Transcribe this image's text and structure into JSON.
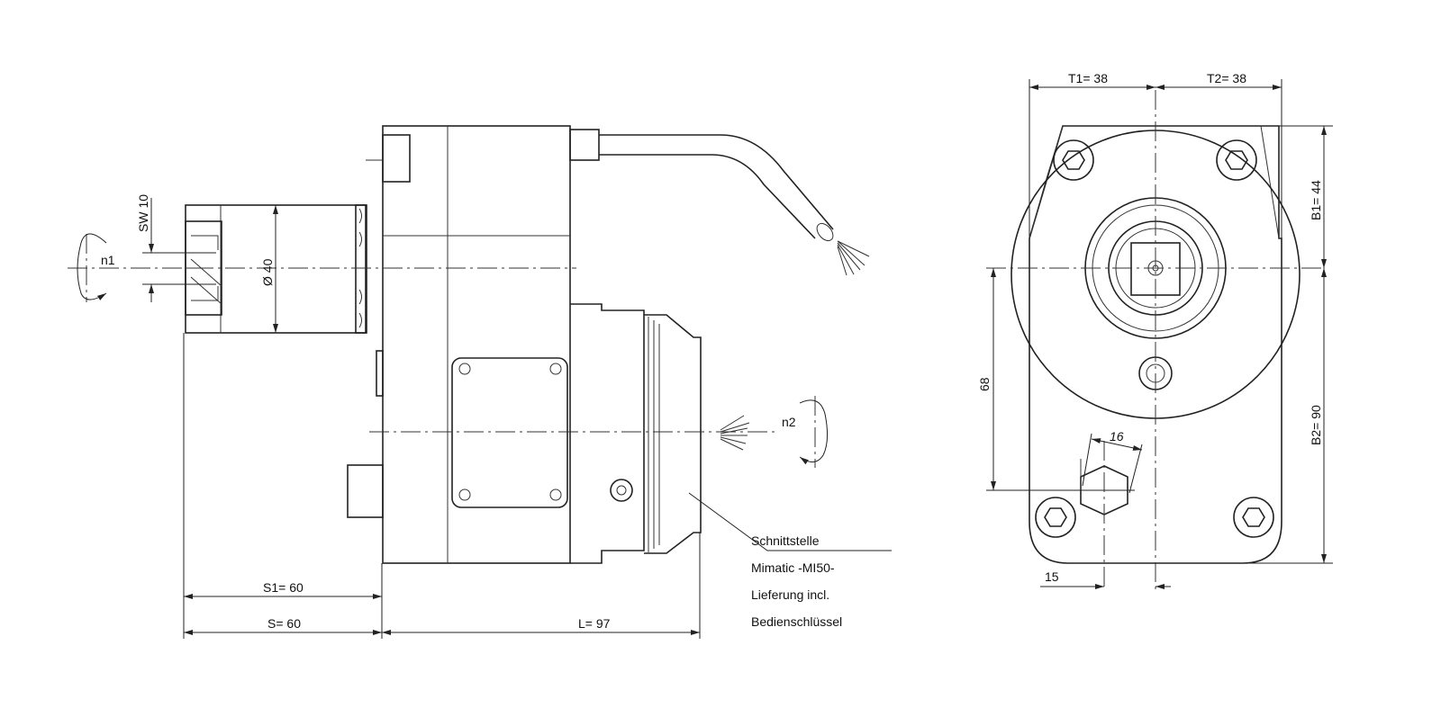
{
  "side_view": {
    "labels": {
      "wrench_size": "SW 10",
      "rotation_1": "n1",
      "diameter": "Ø 40",
      "s1": "S1= 60",
      "s": "S= 60",
      "length": "L= 97",
      "rotation_2": "n2"
    },
    "note": {
      "line1": "Schnittstelle",
      "line2": "Mimatic -MI50-",
      "line3": "Lieferung incl.",
      "line4": "Bedienschlüssel"
    }
  },
  "front_view": {
    "labels": {
      "t1": "T1= 38",
      "t2": "T2= 38",
      "b1": "B1= 44",
      "b2": "B2= 90",
      "height_68": "68",
      "hex_16": "16",
      "offset_15": "15"
    }
  }
}
